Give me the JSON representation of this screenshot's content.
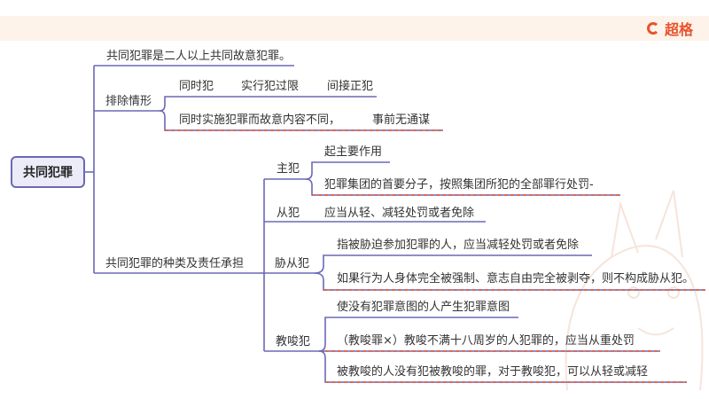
{
  "brand": {
    "name": "超格"
  },
  "mindmap": {
    "root": "共同犯罪",
    "definition": "共同犯罪是二人以上共同故意犯罪。",
    "exclusions": {
      "label": "排除情形",
      "row1": [
        "同时犯",
        "实行犯过限",
        "间接正犯"
      ],
      "row2": [
        "同时实施犯罪而故意内容不同，",
        "事前无通谋"
      ]
    },
    "types": {
      "label": "共同犯罪的种类及责任承担",
      "principal": {
        "label": "主犯",
        "items": [
          "起主要作用",
          "犯罪集团的首要分子，按照集团所犯的全部罪行处罚-"
        ]
      },
      "accessory": {
        "label": "从犯",
        "items": [
          "应当从轻、减轻处罚或者免除"
        ]
      },
      "coerced": {
        "label": "胁从犯",
        "items": [
          "指被胁迫参加犯罪的人，应当减轻处罚或者免除",
          "如果行为人身体完全被强制、意志自由完全被剥夺，则不构成胁从犯。"
        ]
      },
      "instigator": {
        "label": "教唆犯",
        "items": [
          "使没有犯罪意图的人产生犯罪意图",
          "（教唆罪×）教唆不满十八周岁的人犯罪的，应当从重处罚",
          "被教唆的人没有犯被教唆的罪，对于教唆犯，可以从轻或减轻"
        ]
      }
    }
  },
  "colors": {
    "line": "#6b68b6",
    "accent": "#e8532d",
    "topbar": "#fdf3ea"
  }
}
